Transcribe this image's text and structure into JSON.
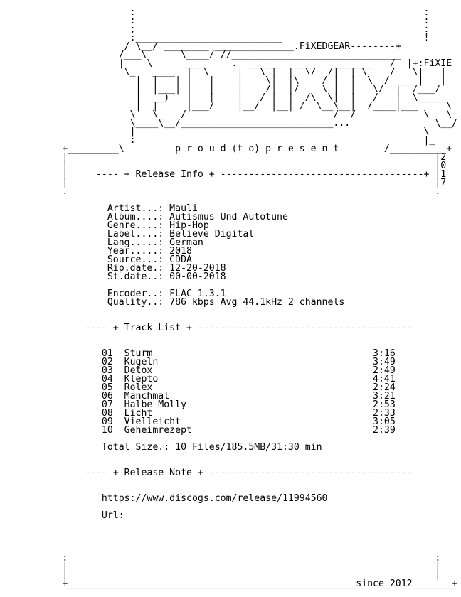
{
  "nfo": {
    "lines": [
      "                       :                                                   :",
      "                       :                                                   :",
      "                       ;                                                   :",
      "                       :__________________________                         !",
      "                      / \\__/ ________ ______________.FiXEDGEAR--------+",
      "                     /___\\      \\____/ //______________________________",
      "                     |    \\      __      .  ______  ___   ________   /  |+:FiXIE",
      "                      \\_   ____  |  \\     |   \\ |  |  \\/  /|  | \\    /   \\|   |",
      "                        |  |   | |   |    |    \\|  |\\    / |  |  \\  /  ___|   |",
      "                        |  |___| |   |    |    /|  |/    \\ |  |   \\/  |  /___/",
      "                        |  __)   |   |    |   / |  |  /\\  \\|  |   /   |  \\_____",
      "                        |  |     |___/    |__/  |__| /  \\__\\__|  /____|___     \\",
      "                       \\   \\_   /                          /  /            \\   \\",
      "                       \\____\\__/___________________________...               \\__/",
      "                       |                                                   \\",
      "                       :                                                   |_",
      "           +_________\\         p r o u d (t o) p r e s e n t        /__________+",
      "           |                                                                 |2",
      "           |                                                                 |0",
      "           |     ---- + Release Info + ------------------------------------+ |1",
      "           |                                                                 |7",
      "           .                                                                 .",
      "",
      "                   Artist...: Mauli",
      "                   Album....: Autismus Und Autotune",
      "                   Genre....: Hip-Hop",
      "                   Label....: Believe Digital",
      "                   Lang.....: German",
      "                   Year.....: 2018",
      "                   Source...: CDDA",
      "                   Rip.date.: 12-20-2018",
      "                   St.date..: 00-00-2018",
      "",
      "                   Encoder..: FLAC 1.3.1",
      "                   Quality..: 786 kbps Avg 44.1kHz 2 channels",
      "",
      "",
      "               ---- + Track List + --------------------------------------",
      "",
      "",
      "                  01  Sturm                                       3:16",
      "                  02  Kugeln                                      3:49",
      "                  03  Detox                                       2:49",
      "                  04  Klepto                                      4:41",
      "                  05  Rolex                                       2:24",
      "                  06  Manchmal                                    3:21",
      "                  07  Halbe Molly                                 2:53",
      "                  08  Licht                                       2:33",
      "                  09  Vielleicht                                  3:05",
      "                  10  Geheimrezept                                2:39",
      "",
      "                  Total Size.: 10 Files/185.5MB/31:30 min",
      "",
      "",
      "               ---- + Release Note + ------------------------------------",
      "",
      "",
      "                  https://www.discogs.com/release/11994560",
      "",
      "                  Url:",
      "",
      "",
      "",
      "",
      "           :                                                                 :",
      "           |                                                                 |",
      "           |                                                                 |",
      "           +___________________________________________________since_2012_______+"
    ]
  }
}
